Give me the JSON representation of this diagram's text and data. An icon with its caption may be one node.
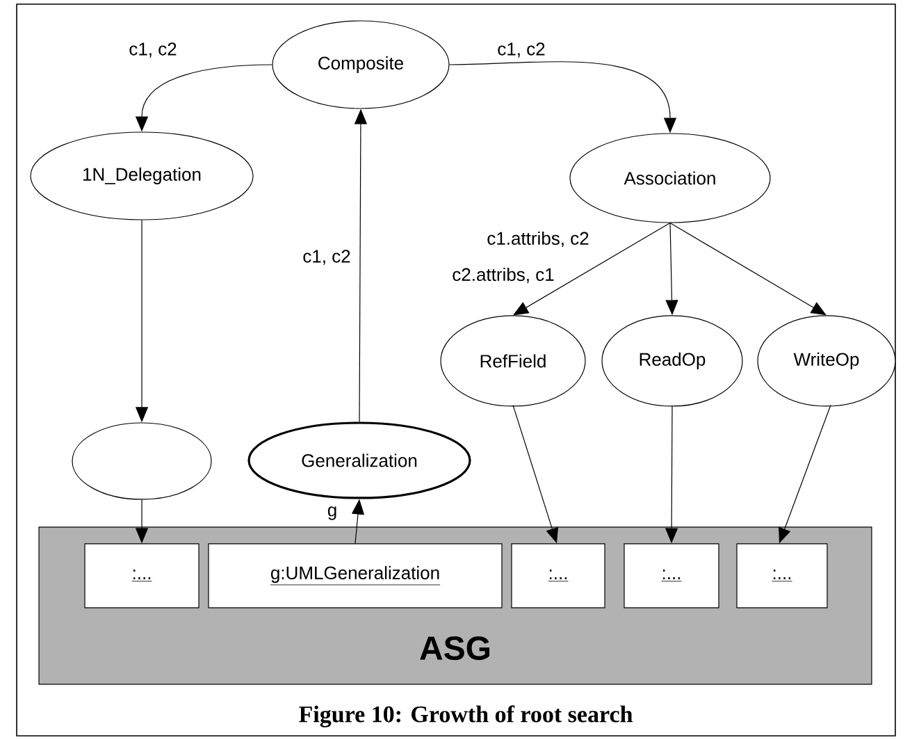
{
  "diagram": {
    "caption": "Figure 10: Growth of root search",
    "nodes": [
      {
        "text": [
          "Composite"
        ]
      },
      {
        "text": [
          "1N_Delegation"
        ]
      },
      {
        "text": [
          "Association"
        ]
      },
      {
        "text": [
          "RefField"
        ]
      },
      {
        "text": [
          "ReadOp"
        ]
      },
      {
        "text": [
          "WriteOp"
        ]
      },
      {
        "text": [],
        "shape": "circle"
      },
      {
        "text": [
          "Generalization"
        ]
      },
      {
        "text": [
          "ASG"
        ]
      },
      {
        "text": [
          ":..."
        ],
        "in": 8
      },
      {
        "text": [
          "g:UMLGeneralization"
        ],
        "in": 8
      },
      {
        "text": [
          ":..."
        ],
        "in": 8
      },
      {
        "text": [
          ":..."
        ],
        "in": 8
      },
      {
        "text": [
          ":..."
        ],
        "in": 8
      }
    ],
    "edges": [
      {
        "from": 0,
        "to": 1,
        "arrow": "to",
        "label": "c1, c2"
      },
      {
        "from": 0,
        "to": 2,
        "arrow": "to",
        "label": "c1, c2"
      },
      {
        "from": 7,
        "to": 0,
        "arrow": "to",
        "label": "c1, c2"
      },
      {
        "from": 2,
        "to": 3,
        "arrow": "to",
        "label": "c1.attribs, c2"
      },
      {
        "from": 2,
        "to": 4,
        "arrow": "to"
      },
      {
        "from": 2,
        "to": 5,
        "arrow": "to"
      },
      {
        "from": 1,
        "to": 6,
        "arrow": "to"
      },
      {
        "from": 6,
        "to": 9,
        "arrow": "to"
      },
      {
        "from": 10,
        "to": 7,
        "arrow": "to",
        "label": "g"
      },
      {
        "from": 3,
        "to": 11,
        "arrow": "to"
      },
      {
        "from": 4,
        "to": 12,
        "arrow": "to"
      },
      {
        "from": 5,
        "to": 13,
        "arrow": "to"
      }
    ],
    "labels": [
      "c2.attribs, c1"
    ]
  }
}
